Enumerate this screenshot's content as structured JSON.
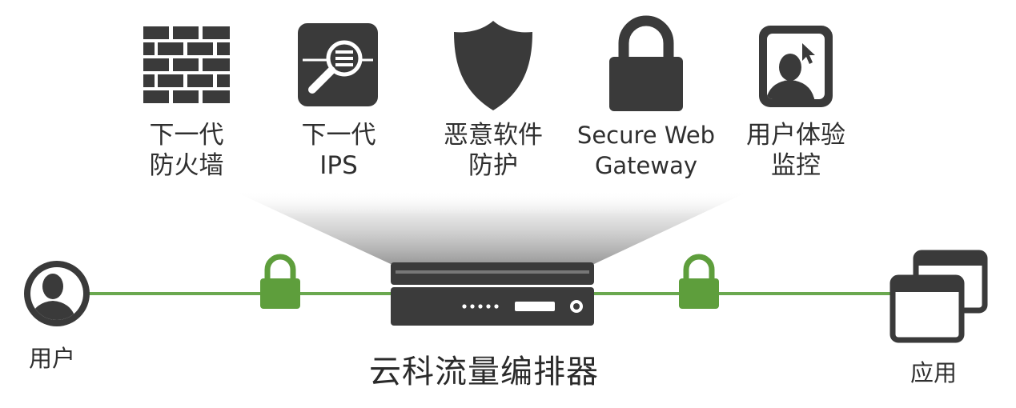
{
  "services": [
    {
      "line1": "下一代",
      "line2": "防火墙",
      "icon": "firewall-icon"
    },
    {
      "line1": "下一代",
      "line2": "IPS",
      "icon": "ips-search-icon"
    },
    {
      "line1": "恶意软件",
      "line2": "防护",
      "icon": "shield-icon"
    },
    {
      "line1": "Secure Web",
      "line2": "Gateway",
      "icon": "lock-icon"
    },
    {
      "line1": "用户体验",
      "line2": "监控",
      "icon": "user-cursor-icon"
    }
  ],
  "endpoints": {
    "user": "用户",
    "application": "应用"
  },
  "broker": {
    "title": "云科流量编排器"
  },
  "colors": {
    "icon": "#3a3a3a",
    "link": "#6aa84f",
    "padlock": "#5e9e3c",
    "device": "#3b3b3b"
  }
}
